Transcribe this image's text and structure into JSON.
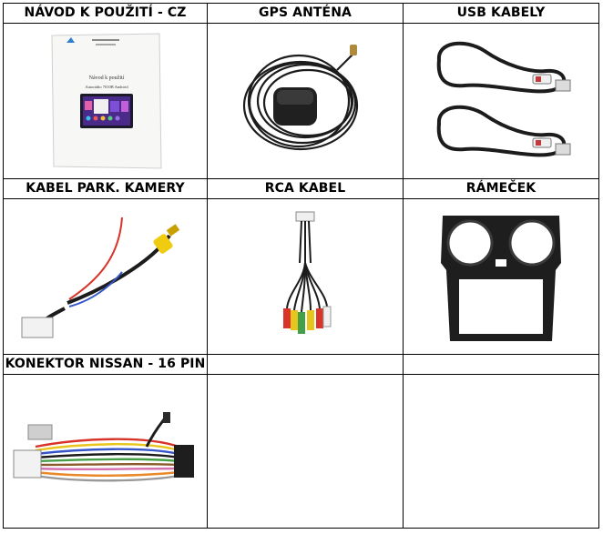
{
  "table": {
    "rows": [
      {
        "headers": [
          "NÁVOD K POUŽITÍ - CZ",
          "GPS ANTÉNA",
          "USB KABELY"
        ],
        "images": [
          "manual-image",
          "gps-antenna-image",
          "usb-cables-image"
        ]
      },
      {
        "headers": [
          "KABEL PARK. KAMERY",
          "RCA KABEL",
          "RÁMEČEK"
        ],
        "images": [
          "parking-camera-cable-image",
          "rca-cable-image",
          "frame-image"
        ]
      },
      {
        "headers": [
          "KONEKTOR NISSAN - 16 PIN",
          "",
          ""
        ],
        "images": [
          "nissan-connector-image",
          "",
          ""
        ]
      }
    ]
  },
  "manual": {
    "line1": "Návod k použití",
    "line2": "Autorádio 7010B Android"
  },
  "colors": {
    "border": "#000000",
    "cable": "#1c1c1c",
    "rca_red": "#d8342a",
    "rca_yellow": "#e8c51c",
    "rca_green": "#43a047",
    "camera_yellow": "#f0cc10"
  }
}
